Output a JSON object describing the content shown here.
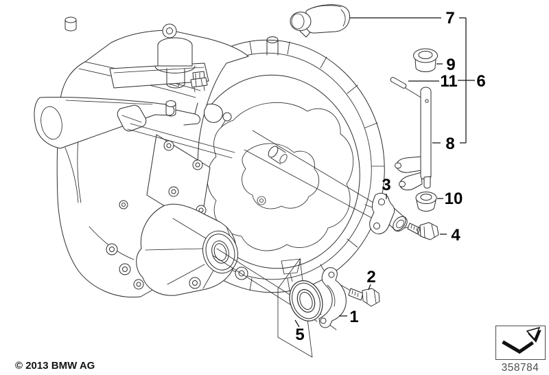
{
  "diagram": {
    "copyright": "© 2013 BMW AG",
    "drawing_number": "358784",
    "accent_color": "#000000",
    "background_color": "#ffffff",
    "icons": {
      "nav_arrow": "3d-up-right-arrow"
    },
    "callouts": [
      {
        "label": "1"
      },
      {
        "label": "2"
      },
      {
        "label": "3"
      },
      {
        "label": "4"
      },
      {
        "label": "5"
      },
      {
        "label": "6"
      },
      {
        "label": "7"
      },
      {
        "label": "8"
      },
      {
        "label": "9"
      },
      {
        "label": "10"
      },
      {
        "label": "11"
      }
    ]
  }
}
